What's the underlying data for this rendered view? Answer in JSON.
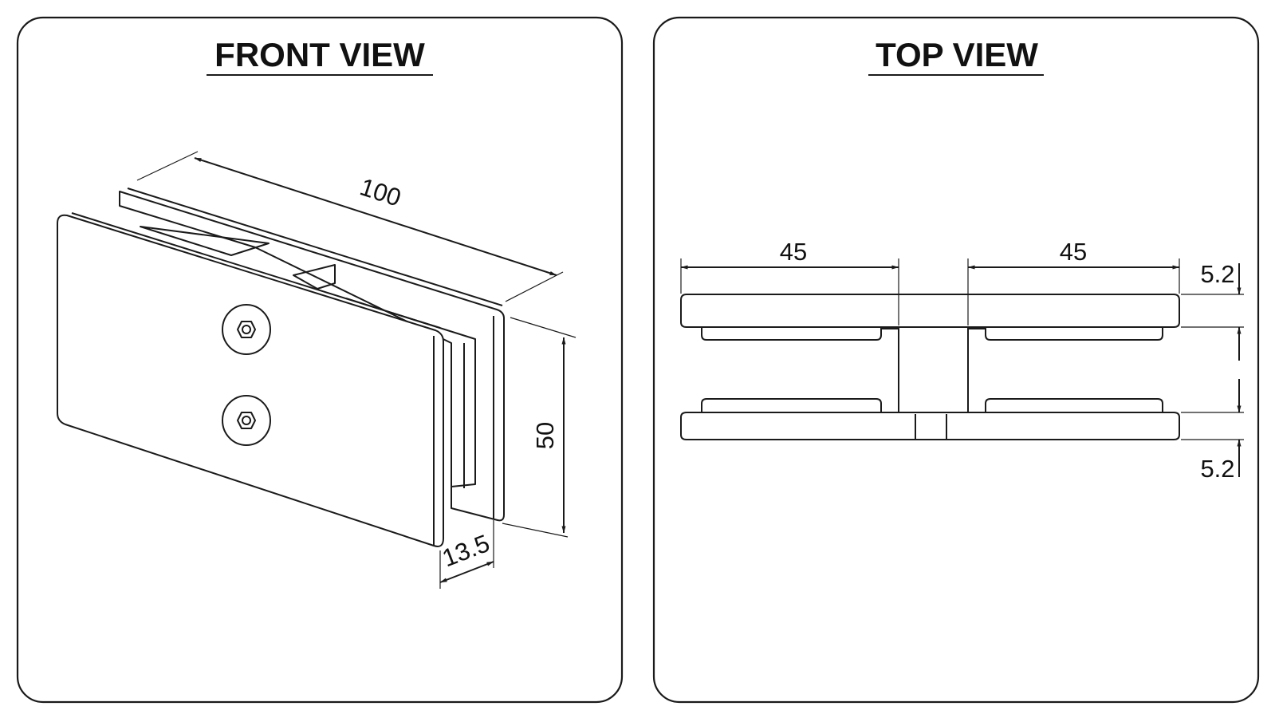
{
  "front_view": {
    "title": "FRONT VIEW",
    "dimensions": {
      "length": "100",
      "height": "50",
      "depth": "13.5"
    }
  },
  "top_view": {
    "title": "TOP VIEW",
    "dimensions": {
      "left_width": "45",
      "right_width": "45",
      "top_thickness": "5.2",
      "bottom_thickness": "5.2"
    }
  },
  "colors": {
    "line": "#1a1a1a",
    "background": "#ffffff"
  }
}
